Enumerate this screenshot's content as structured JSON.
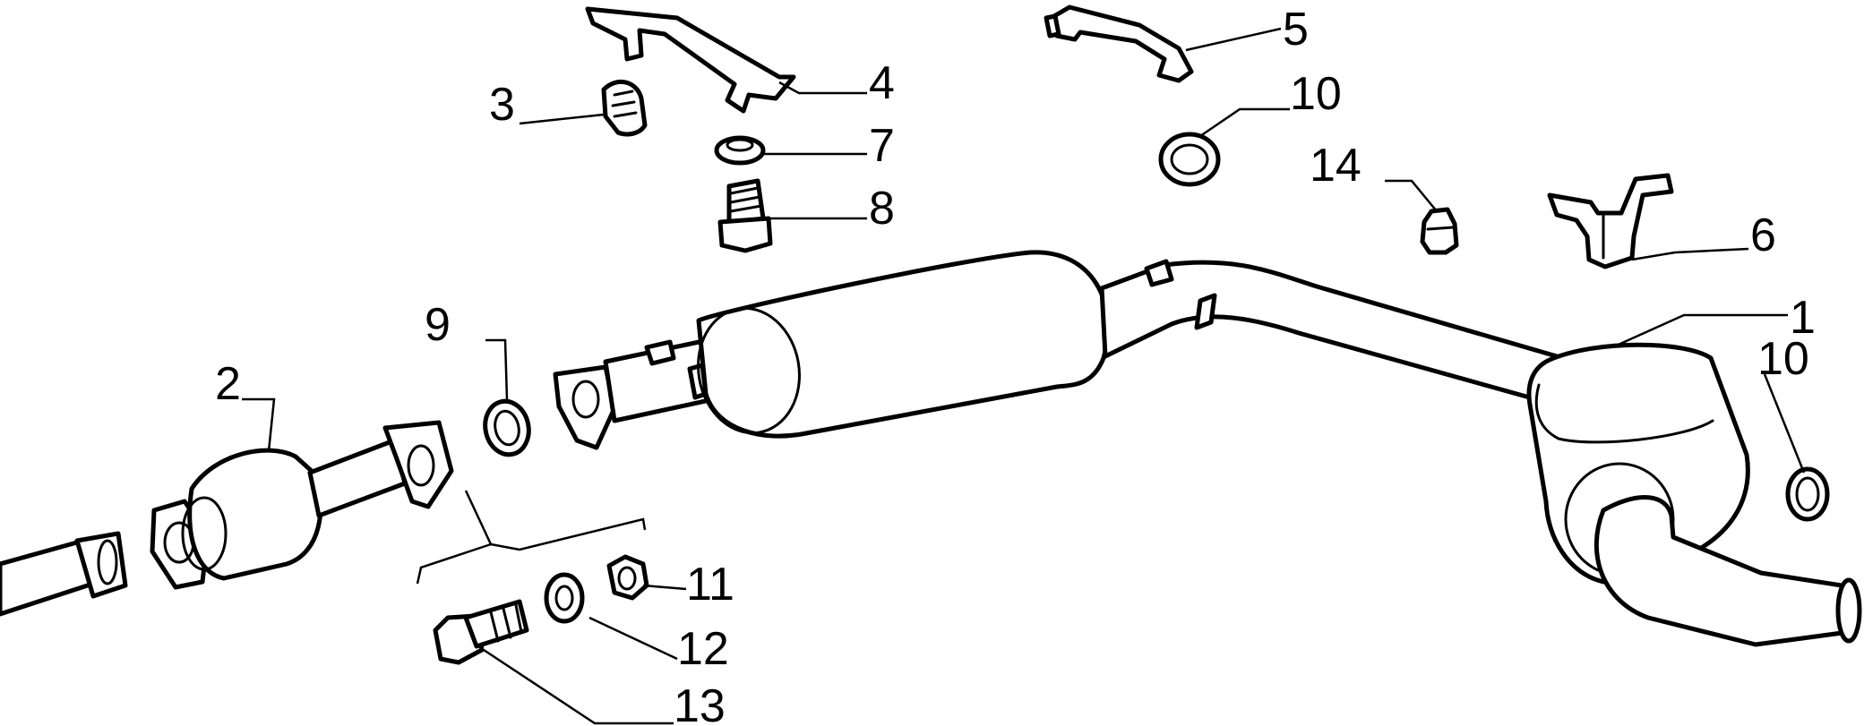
{
  "callouts": [
    {
      "id": "1",
      "label": "1"
    },
    {
      "id": "2",
      "label": "2"
    },
    {
      "id": "3",
      "label": "3"
    },
    {
      "id": "4",
      "label": "4"
    },
    {
      "id": "5",
      "label": "5"
    },
    {
      "id": "6",
      "label": "6"
    },
    {
      "id": "7",
      "label": "7"
    },
    {
      "id": "8",
      "label": "8"
    },
    {
      "id": "9",
      "label": "9"
    },
    {
      "id": "10a",
      "label": "10"
    },
    {
      "id": "10b",
      "label": "10"
    },
    {
      "id": "11",
      "label": "11"
    },
    {
      "id": "12",
      "label": "12"
    },
    {
      "id": "13",
      "label": "13"
    },
    {
      "id": "14",
      "label": "14"
    }
  ],
  "parts": {
    "front_pipe": "front-exhaust-pipe",
    "catalytic_converter": "catalytic-converter",
    "center_muffler_pipe": "center-muffler-pipe",
    "rear_muffler": "rear-muffler",
    "gasket": "gasket-ring",
    "rubber_mount": "rubber-mount",
    "bracket": "mounting-bracket",
    "washer": "washer",
    "bolt": "bolt",
    "nut": "nut"
  }
}
